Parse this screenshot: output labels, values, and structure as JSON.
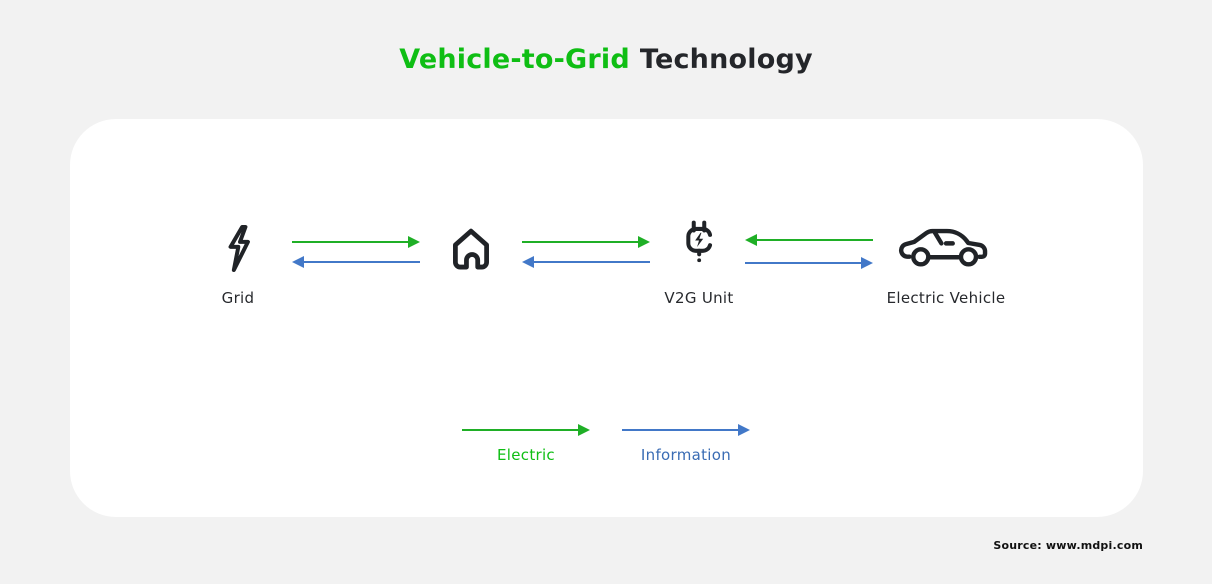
{
  "page": {
    "background_color": "#f2f2f2",
    "card_color": "#ffffff",
    "source_note": "Source: www.mdpi.com"
  },
  "title": {
    "highlight": "Vehicle-to-Grid",
    "rest": "Technology",
    "highlight_color": "#0fbe14",
    "rest_color": "#24262a"
  },
  "colors": {
    "electric_arrow_green": "#1faf26",
    "information_arrow_blue": "#4278c8",
    "electric_label_green": "#0fbe14",
    "information_label_blue": "#3a6cb4",
    "icon_dark": "#202327",
    "text_dark": "#24262a"
  },
  "nodes": [
    {
      "id": "grid",
      "icon": "lightning-bolt-icon",
      "label": "Grid"
    },
    {
      "id": "home",
      "icon": "house-icon",
      "label": ""
    },
    {
      "id": "v2g",
      "icon": "charging-plug-icon",
      "label": "V2G Unit"
    },
    {
      "id": "ev",
      "icon": "car-icon",
      "label": "Electric Vehicle"
    }
  ],
  "flows": [
    {
      "between": [
        "Grid",
        "Home"
      ],
      "electric_direction": "grid-to-home",
      "information_direction": "home-to-grid"
    },
    {
      "between": [
        "Home",
        "V2G Unit"
      ],
      "electric_direction": "home-to-v2g",
      "information_direction": "v2g-to-home"
    },
    {
      "between": [
        "V2G Unit",
        "Electric Vehicle"
      ],
      "electric_direction": "ev-to-v2g",
      "information_direction": "v2g-to-ev"
    }
  ],
  "legend": [
    {
      "label": "Electric",
      "color": "#0fbe14"
    },
    {
      "label": "Information",
      "color": "#3a6cb4"
    }
  ]
}
